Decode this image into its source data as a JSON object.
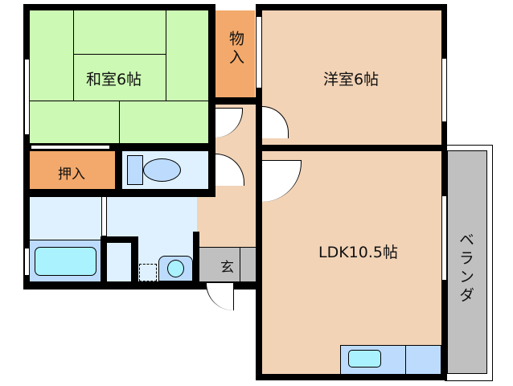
{
  "colors": {
    "tatami": "#ccf9b4",
    "closet": "#f3a96b",
    "wood": "#f2d3b6",
    "water": "#dff1fe",
    "bath": "#bddcfd",
    "tub": "#aaf2fd",
    "genkan": "#c0c0c0"
  },
  "rooms": {
    "washitsu": "和室6帖",
    "storage": "物入",
    "youshitsu": "洋室6帖",
    "oshiire": "押入",
    "genkan": "玄",
    "ldk": "LDK10.5帖",
    "veranda": "ベランダ"
  }
}
